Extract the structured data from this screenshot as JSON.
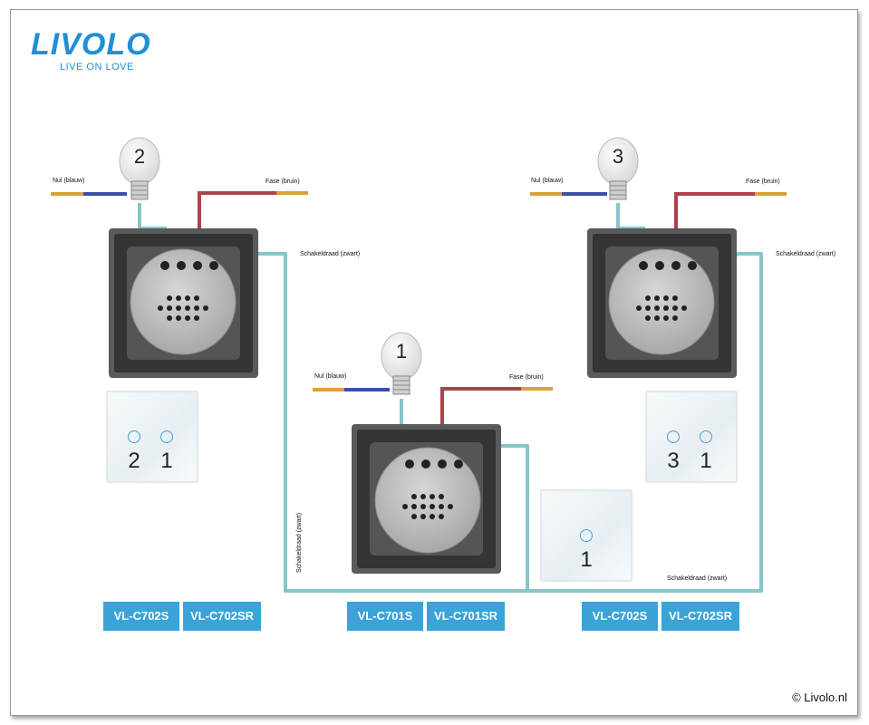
{
  "brand": {
    "logo": "LIVOLO",
    "tagline": "LIVE ON LOVE",
    "color": "#1f8fd6"
  },
  "labels": {
    "nul_left": "Nul (blauw)",
    "fase_left": "Fase (bruin)",
    "schakel_left": "Schakeldraad (zwart)",
    "nul_mid": "Nul (blauw)",
    "fase_mid": "Fase (bruin)",
    "nul_right": "Nul (blauw)",
    "fase_right": "Fase (bruin)",
    "schakel_right": "Schakeldraad (zwart)",
    "schakel_vertical": "Schakeldraad (zwart)",
    "schakel_bottom": "Schakeldraad (zwart)"
  },
  "bulbs": [
    "2",
    "1",
    "3"
  ],
  "panels": {
    "left": [
      "2",
      "1"
    ],
    "mid": [
      "1"
    ],
    "right": [
      "3",
      "1"
    ]
  },
  "models": {
    "left": [
      "VL-C702S",
      "VL-C702SR"
    ],
    "mid": [
      "VL-C701S",
      "VL-C701SR"
    ],
    "right": [
      "VL-C702S",
      "VL-C702SR"
    ]
  },
  "copyright": "© Livolo.nl",
  "colors": {
    "neutral": "#3a4fa6",
    "phase": "#b0414a",
    "switch_wire": "#86c6c9",
    "copper": "#d8a23a",
    "button_blue": "#3aa3d8"
  }
}
